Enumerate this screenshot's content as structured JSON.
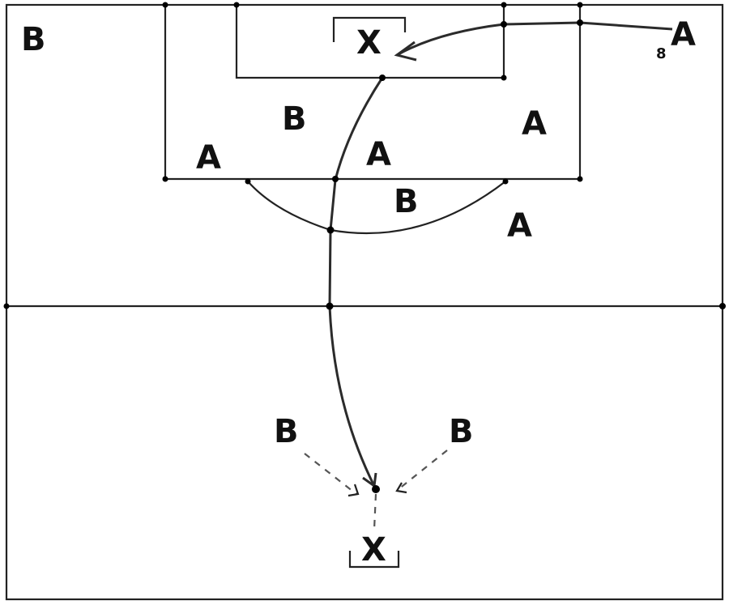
{
  "labels": {
    "top_left": "B",
    "top_right": "A",
    "goal_area": "X",
    "penalty_left": "A",
    "penalty_center": "A",
    "penalty_mid": "B",
    "penalty_right": "A",
    "arc_center": "B",
    "arc_right": "A",
    "bottom_left": "B",
    "bottom_right": "B",
    "bottom_goal": "X",
    "corner_marker": "8"
  },
  "colors": {
    "lines": "#222222",
    "background": "#ffffff",
    "text": "#111111"
  }
}
